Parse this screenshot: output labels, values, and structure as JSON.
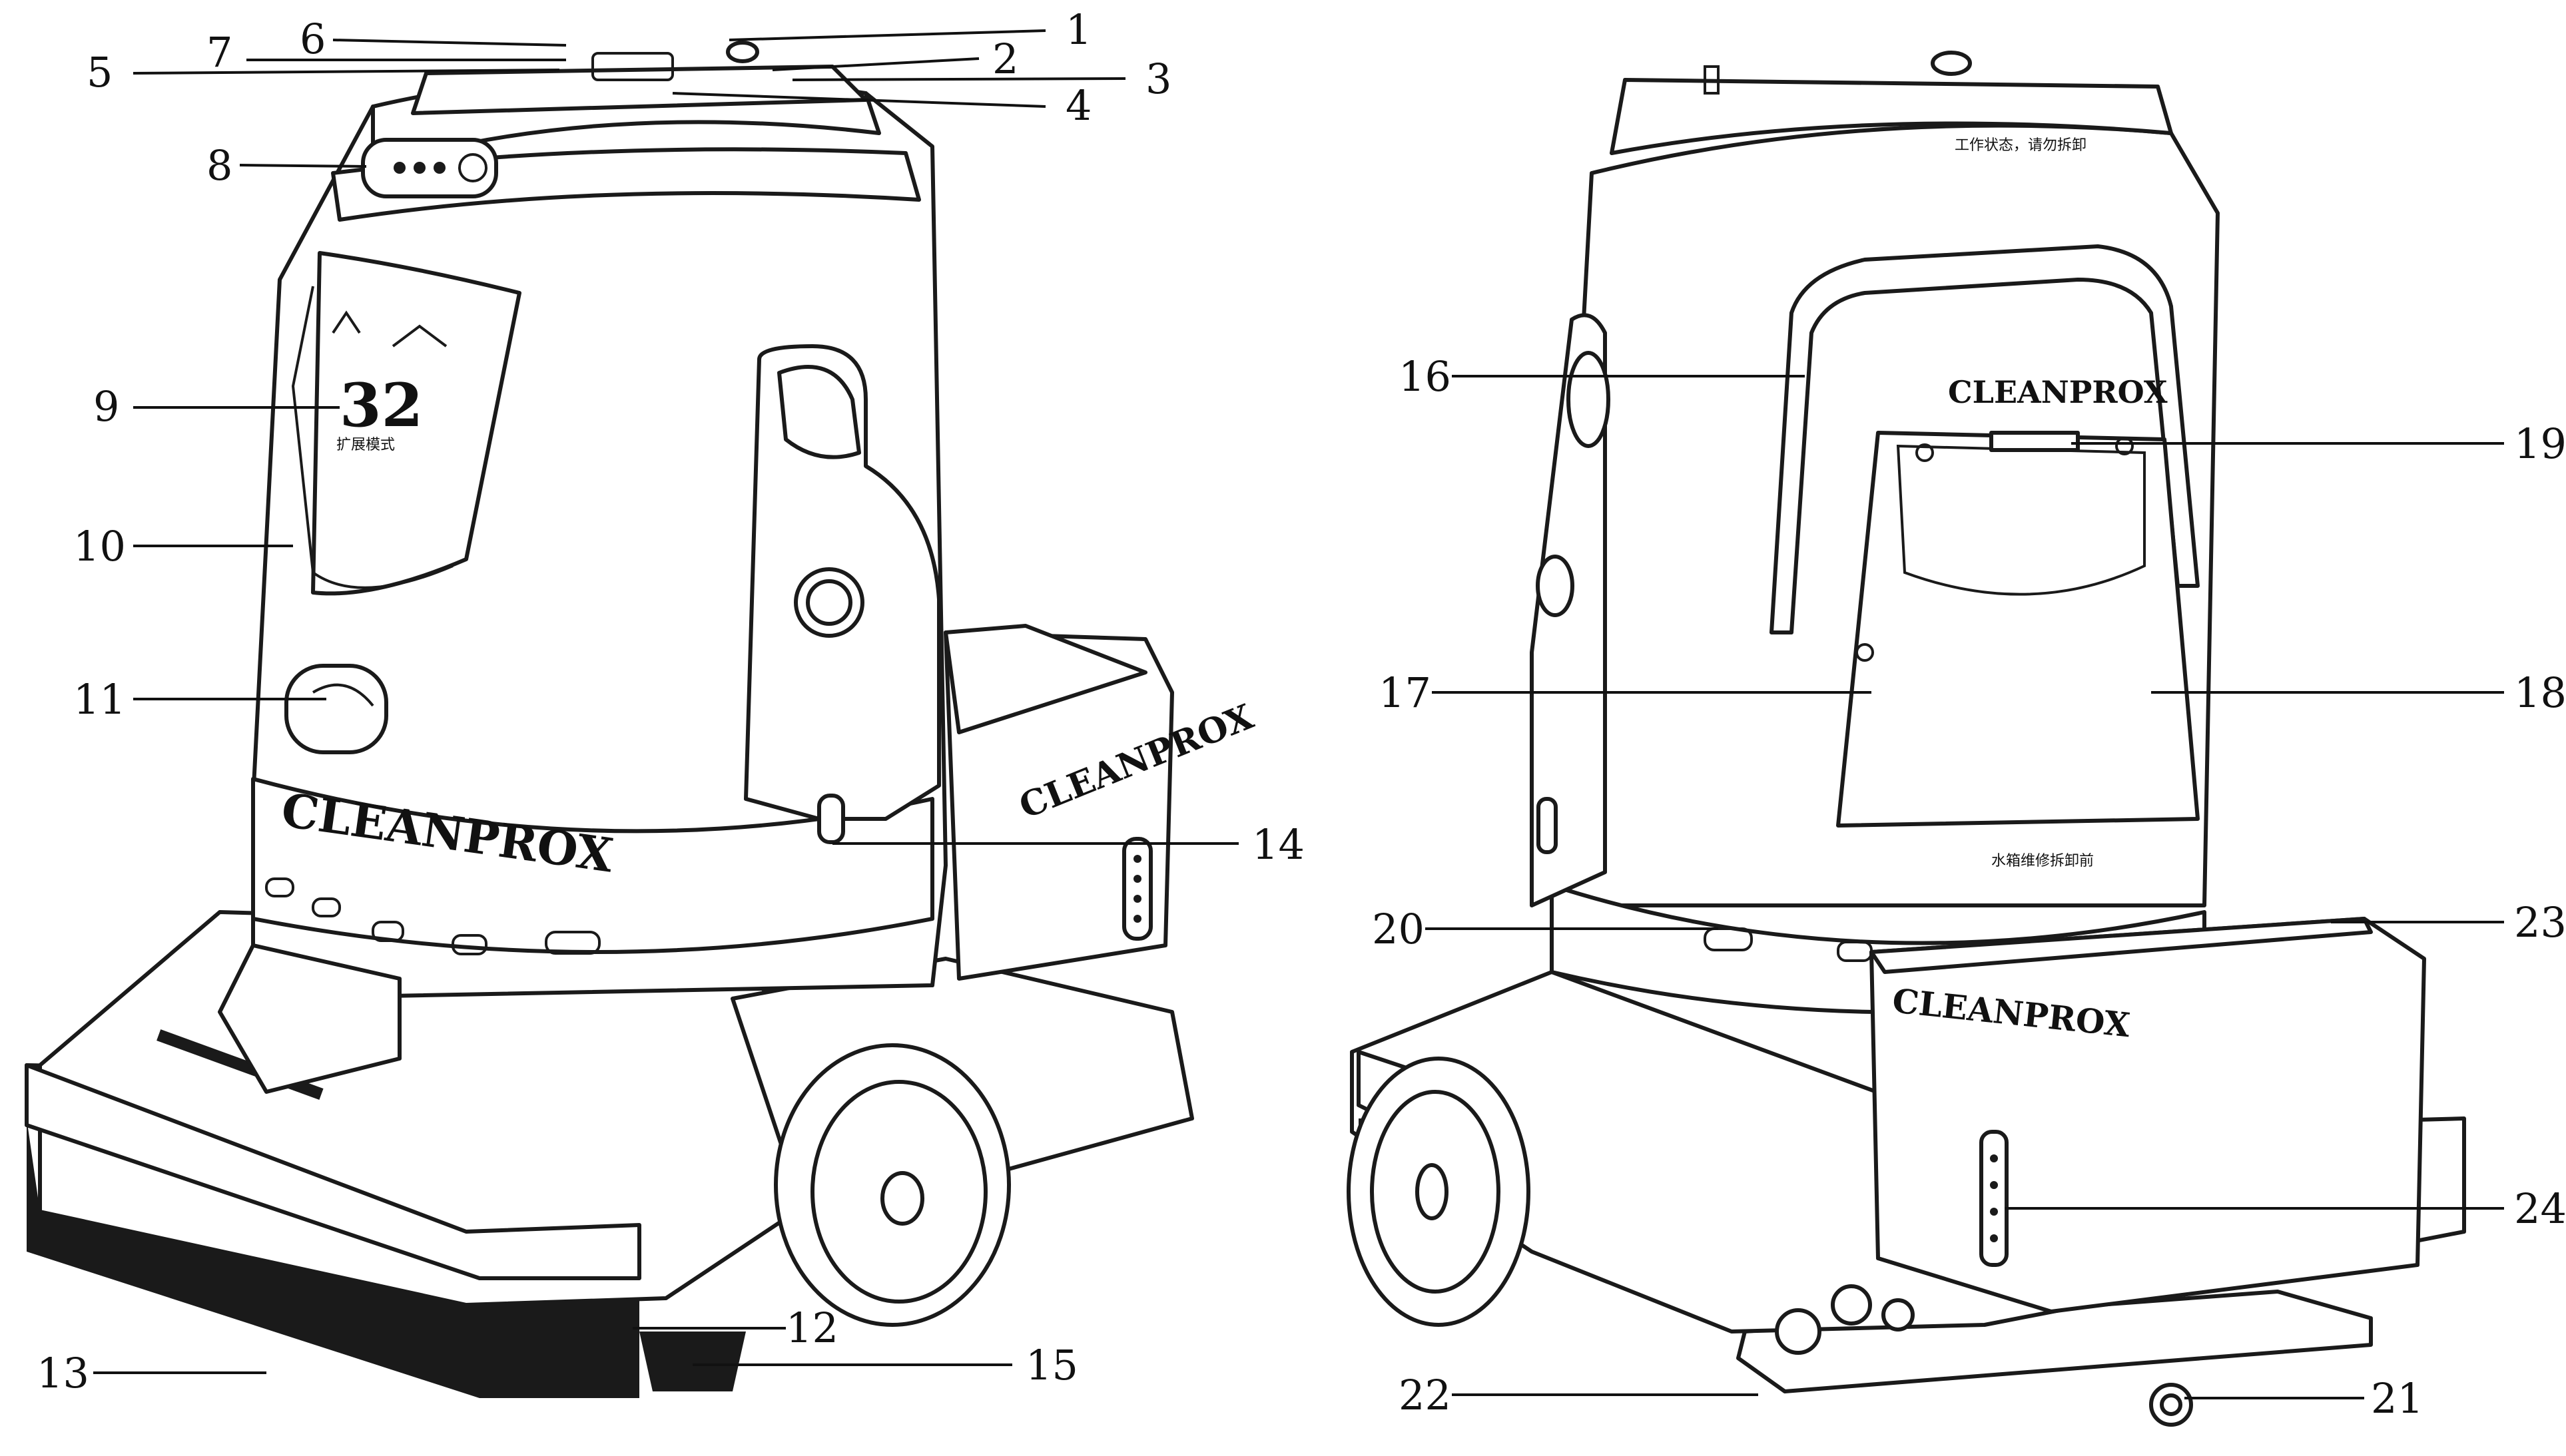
{
  "figure": {
    "brand_text": "CLEANPROX",
    "display_number": "32",
    "display_caption": "扩展模式",
    "warning_top": "工作状态，请勿拆卸",
    "warning_tank": "水箱维修拆卸前",
    "callouts_left": [
      "1",
      "2",
      "3",
      "4",
      "5",
      "6",
      "7",
      "8",
      "9",
      "10",
      "11",
      "12",
      "13",
      "14",
      "15"
    ],
    "callouts_right": [
      "16",
      "17",
      "18",
      "19",
      "20",
      "21",
      "22",
      "23",
      "24"
    ]
  }
}
